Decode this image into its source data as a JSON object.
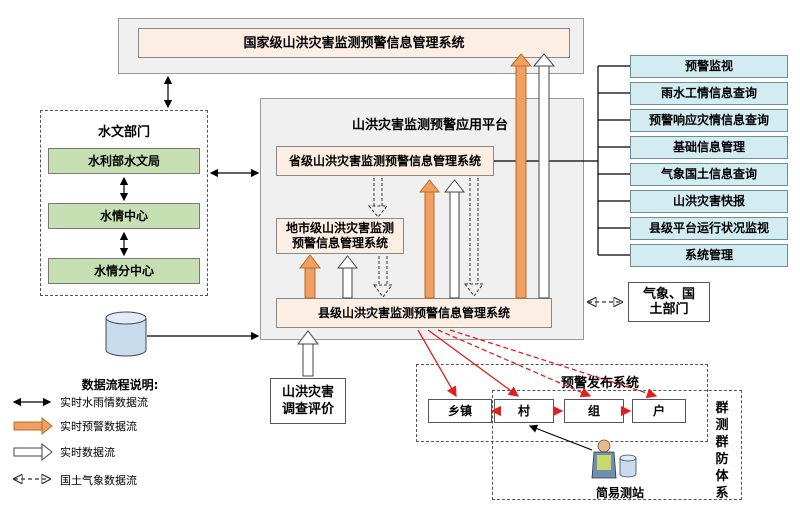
{
  "national_system": "国家级山洪灾害监测预警信息管理系统",
  "platform_title": "山洪灾害监测预警应用平台",
  "provincial_system": "省级山洪灾害监测预警信息管理系统",
  "city_system_line1": "地市级山洪灾害监测",
  "city_system_line2": "预警信息管理系统",
  "county_system": "县级山洪灾害监测预警信息管理系统",
  "hydrology": {
    "title": "水文部门",
    "items": [
      "水利部水文局",
      "水情中心",
      "水情分中心"
    ]
  },
  "functions": [
    "预警监视",
    "雨水工情信息查询",
    "预警响应灾情信息查询",
    "基础信息管理",
    "气象国土信息查询",
    "山洪灾害快报",
    "县级平台运行状况监视",
    "系统管理"
  ],
  "meteo_dept_line1": "气象、国",
  "meteo_dept_line2": "土部门",
  "survey_line1": "山洪灾害",
  "survey_line2": "调查评价",
  "warning_system": {
    "title": "预警发布系统",
    "nodes": [
      "乡镇",
      "村",
      "组",
      "户"
    ]
  },
  "group_defense": "群测群防体系",
  "simple_station": "简易测站",
  "legend": {
    "title": "数据流程说明:",
    "items": [
      "实时水雨情数据流",
      "实时预警数据流",
      "实时数据流",
      "国土气象数据流"
    ]
  },
  "colors": {
    "orange_arrow": "#f0a061",
    "red_arrow": "#e02020",
    "peach": "#fdeee4",
    "green": "#c6e0b4",
    "cyan": "#d3ecf2"
  }
}
